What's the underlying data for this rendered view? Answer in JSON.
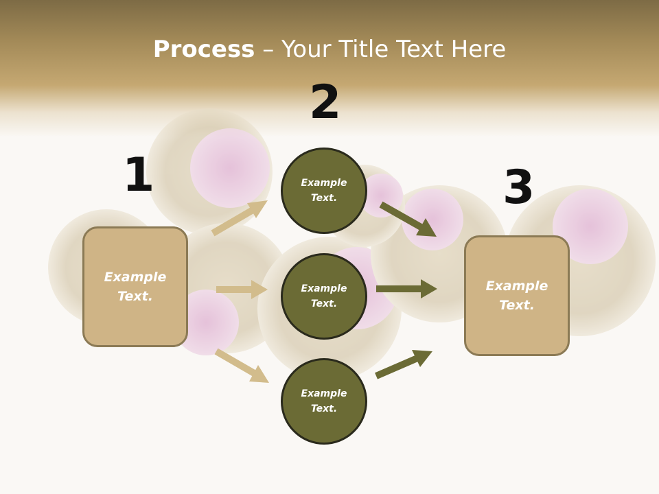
{
  "title": {
    "bold": "Process",
    "rest": " – Your Title Text Here"
  },
  "steps": {
    "step1": {
      "number": "1",
      "text": "Example Text."
    },
    "step2": {
      "number": "2",
      "items": [
        {
          "text": "Example Text."
        },
        {
          "text": "Example Text."
        },
        {
          "text": "Example Text."
        }
      ]
    },
    "step3": {
      "number": "3",
      "text": "Example Text."
    }
  },
  "colors": {
    "box_fill": "#cfb486",
    "box_border": "#8b7a55",
    "circle_fill": "#6b6b35",
    "circle_border": "#2a2a1c",
    "arrow_in": "#d2bc8c",
    "arrow_out": "#6b6b35",
    "header": "#a38a58"
  },
  "background_image": "blooming-tea-balls"
}
